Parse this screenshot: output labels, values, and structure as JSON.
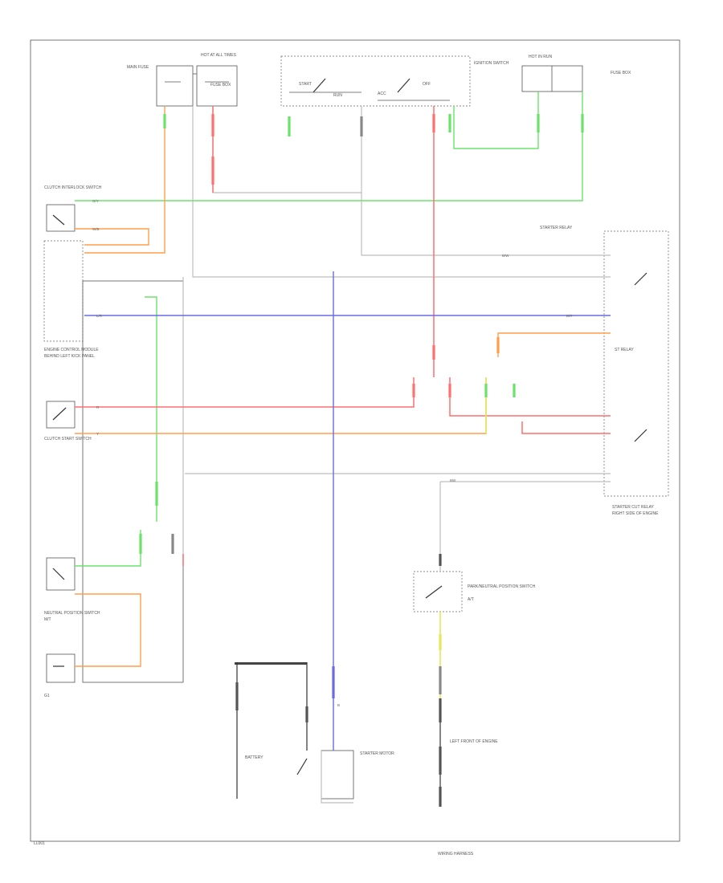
{
  "labels": {
    "corner": "LL001",
    "main_fuse": "MAIN FUSE",
    "fuse_box": "FUSE BOX",
    "hot_at_all_times": "HOT AT ALL TIMES",
    "hot_in_run": "HOT IN RUN",
    "ignition_switch": "IGNITION SWITCH",
    "start": "START",
    "run": "RUN",
    "acc": "ACC",
    "off": "OFF",
    "clutch_switch": "CLUTCH INTERLOCK SWITCH",
    "ecm": "ENGINE CONTROL MODULE",
    "starter_relay": "STARTER RELAY",
    "st_relay": "ST RELAY",
    "starter_cut_relay": "STARTER CUT RELAY",
    "neutral_switch": "NEUTRAL POSITION SWITCH",
    "park_neutral_switch": "PARK/NEUTRAL POSITION SWITCH",
    "clutch_start_switch": "CLUTCH START SWITCH",
    "battery": "BATTERY",
    "starter": "STARTER MOTOR",
    "ground": "G1",
    "behind_panel": "BEHIND LEFT KICK PANEL",
    "right_engine": "RIGHT SIDE OF ENGINE",
    "left_front": "LEFT FRONT OF ENGINE",
    "wiring_harness": "WIRING HARNESS",
    "mt": "M/T",
    "at": "A/T",
    "w_b": "W/B",
    "b_w": "B/W",
    "b_r": "B/R",
    "r": "R",
    "l_r": "L/R",
    "g_y": "G/Y",
    "y": "Y",
    "b": "B",
    "bw": "BW"
  },
  "colors": {
    "green": "#6be36b",
    "red": "#ff6f6f",
    "orange": "#ff9e4a",
    "blue": "#6a6ae8",
    "yellow": "#e8e65a",
    "gray": "#bdbdbd",
    "dark": "#333333"
  }
}
